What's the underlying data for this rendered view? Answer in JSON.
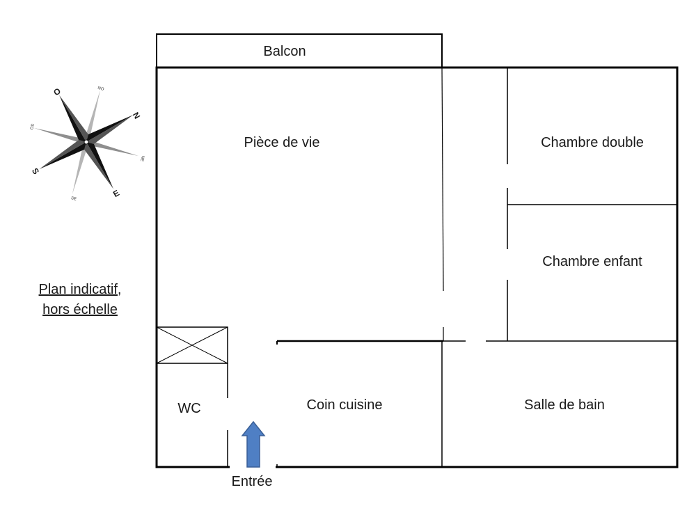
{
  "rooms": {
    "balcon": "Balcon",
    "piece_de_vie": "Pièce de vie",
    "chambre_double": "Chambre double",
    "chambre_enfant": "Chambre enfant",
    "wc": "WC",
    "coin_cuisine": "Coin cuisine",
    "salle_de_bain": "Salle de bain"
  },
  "entrance_label": "Entrée",
  "note": {
    "line1": "Plan indicatif,",
    "line2": "hors échelle"
  },
  "compass": {
    "north": "N",
    "south": "S",
    "east": "E",
    "west": "O",
    "northeast": "NE",
    "northwest": "NO",
    "southeast": "SE",
    "southwest": "SO"
  },
  "colors": {
    "walls": "#000000",
    "entrance_arrow": "#4f7fc4",
    "entrance_arrow_stroke": "#3a5f96"
  }
}
